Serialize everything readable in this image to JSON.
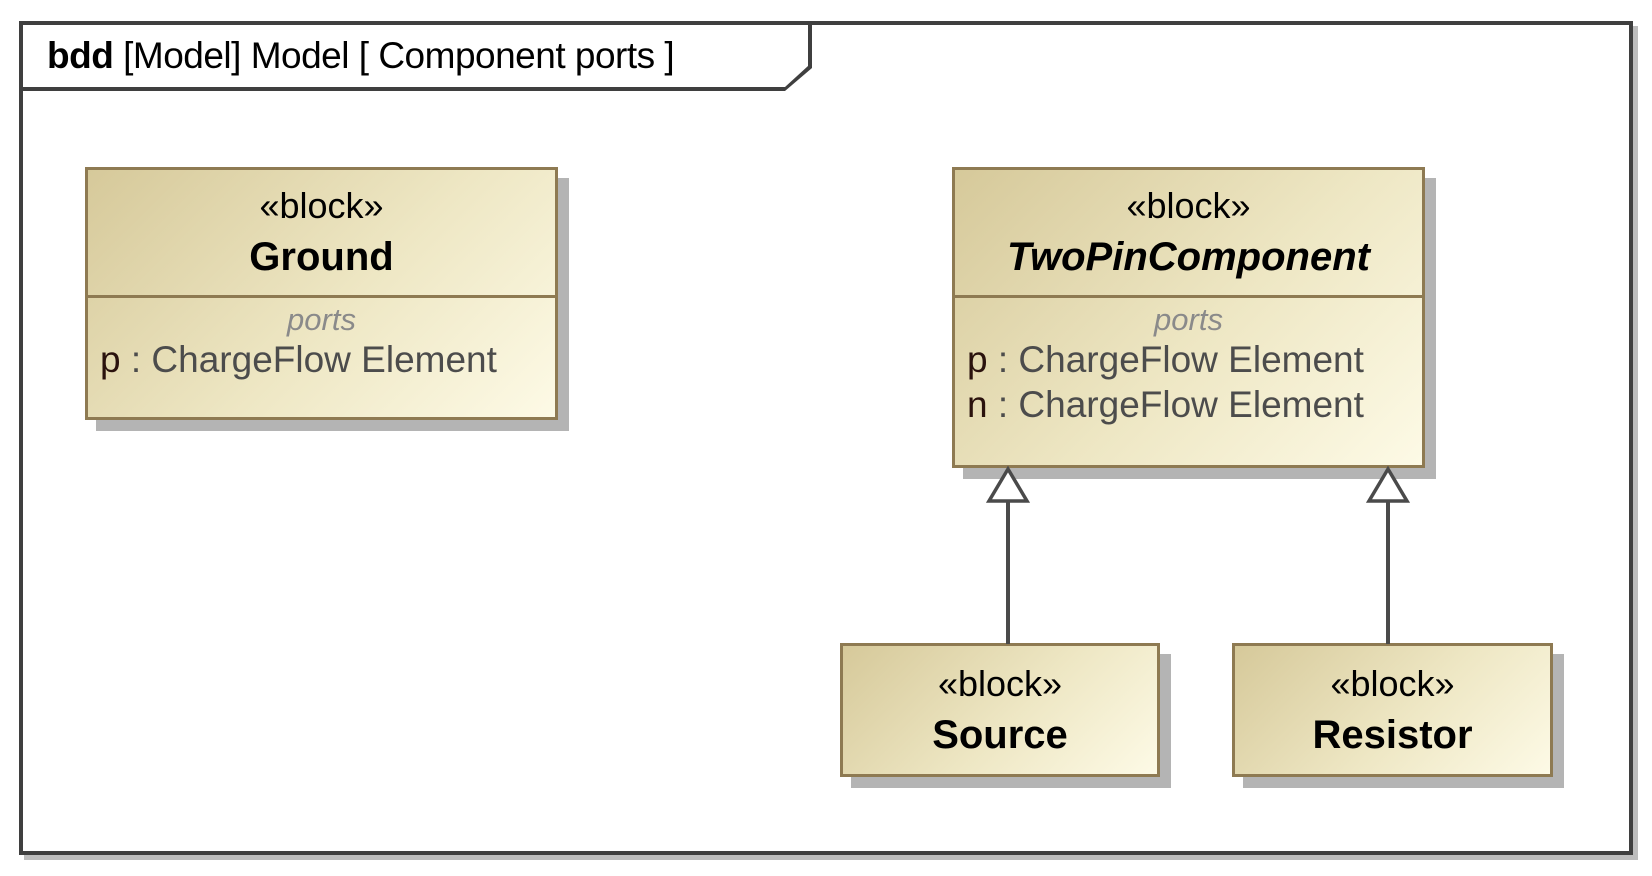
{
  "diagram": {
    "kind_keyword": "bdd",
    "title_rest": " [Model] Model [ Component ports ]"
  },
  "separator": " : ",
  "blocks": {
    "ground": {
      "stereotype": "«block»",
      "name": "Ground",
      "compartment_label": "ports",
      "ports": [
        {
          "name": "p",
          "type": "ChargeFlow Element"
        }
      ]
    },
    "twoPinComponent": {
      "stereotype": "«block»",
      "name": "TwoPinComponent",
      "abstract": true,
      "compartment_label": "ports",
      "ports": [
        {
          "name": "p",
          "type": "ChargeFlow Element"
        },
        {
          "name": "n",
          "type": "ChargeFlow Element"
        }
      ]
    },
    "source": {
      "stereotype": "«block»",
      "name": "Source"
    },
    "resistor": {
      "stereotype": "«block»",
      "name": "Resistor"
    }
  },
  "relationships": [
    {
      "type": "generalization",
      "from": "Source",
      "to": "TwoPinComponent"
    },
    {
      "type": "generalization",
      "from": "Resistor",
      "to": "TwoPinComponent"
    }
  ],
  "colors": {
    "frame_border": "#3f3f3f",
    "block_border": "#8e7a52",
    "block_fill_dark": "#d6c99a",
    "block_fill_light": "#fdfae6",
    "drop_shadow": "#b4b4b4",
    "ports_label": "#8a8a8a",
    "port_name_text": "#2a120d",
    "port_type_text": "#4c4c4c",
    "edge": "#4a4a4a"
  }
}
